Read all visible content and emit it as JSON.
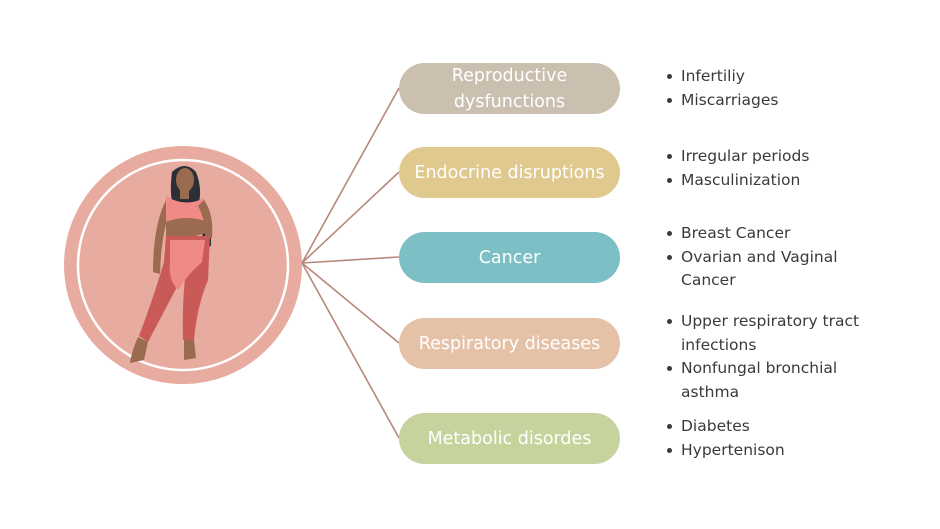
{
  "colors": {
    "connector": "#b8877a",
    "outer_circle": "#e7ab9f",
    "inner_fill": "#e0a79b",
    "inner_ring": "#ffffff",
    "skin": "#9b6b50",
    "hair": "#2c2f36",
    "outfit": "#c95a58",
    "outfit_light": "#ef8a86"
  },
  "center": {
    "illustration": "woman-figure-icon"
  },
  "categories": [
    {
      "label": "Reproductive dysfunctions",
      "color": "#cbbfaf",
      "items": [
        "Infertiliy",
        "Miscarriages"
      ]
    },
    {
      "label": "Endocrine disruptions",
      "color": "#e0c98f",
      "items": [
        "Irregular periods",
        "Masculinization"
      ]
    },
    {
      "label": "Cancer",
      "color": "#7cbfc4",
      "items": [
        "Breast Cancer",
        "Ovarian and Vaginal Cancer"
      ]
    },
    {
      "label": "Respiratory diseases",
      "color": "#e5c1a8",
      "items": [
        "Upper respiratory tract infections",
        "Nonfungal bronchial asthma"
      ]
    },
    {
      "label": "Metabolic disordes",
      "color": "#c7d39c",
      "items": [
        "Diabetes",
        "Hypertenison"
      ]
    }
  ]
}
